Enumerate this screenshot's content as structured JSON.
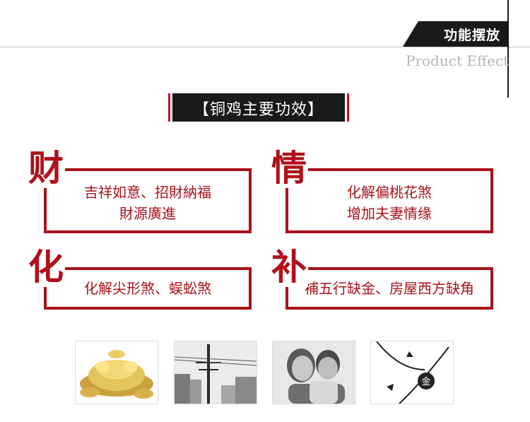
{
  "header": {
    "tag_label": "功能摆放",
    "subtitle": "Product Effect"
  },
  "section_title": "【铜鸡主要功效】",
  "effects": [
    {
      "char": "财",
      "lines": [
        "吉祥如意、招財納福",
        "財源廣進"
      ]
    },
    {
      "char": "情",
      "lines": [
        "化解偏桃花煞",
        "增加夫妻情缘"
      ]
    },
    {
      "char": "化",
      "lines": [
        "化解尖形煞、蜈蚣煞"
      ]
    },
    {
      "char": "补",
      "lines": [
        "補五行缺金、房屋西方缺角"
      ]
    }
  ],
  "photos": [
    {
      "name": "gold-ingots-photo"
    },
    {
      "name": "electric-tower-photo"
    },
    {
      "name": "couple-photo"
    },
    {
      "name": "compass-photo",
      "label": "金"
    }
  ],
  "colors": {
    "accent": "#a8121a",
    "dark": "#1a1a1a",
    "muted": "#b5b5b5"
  }
}
